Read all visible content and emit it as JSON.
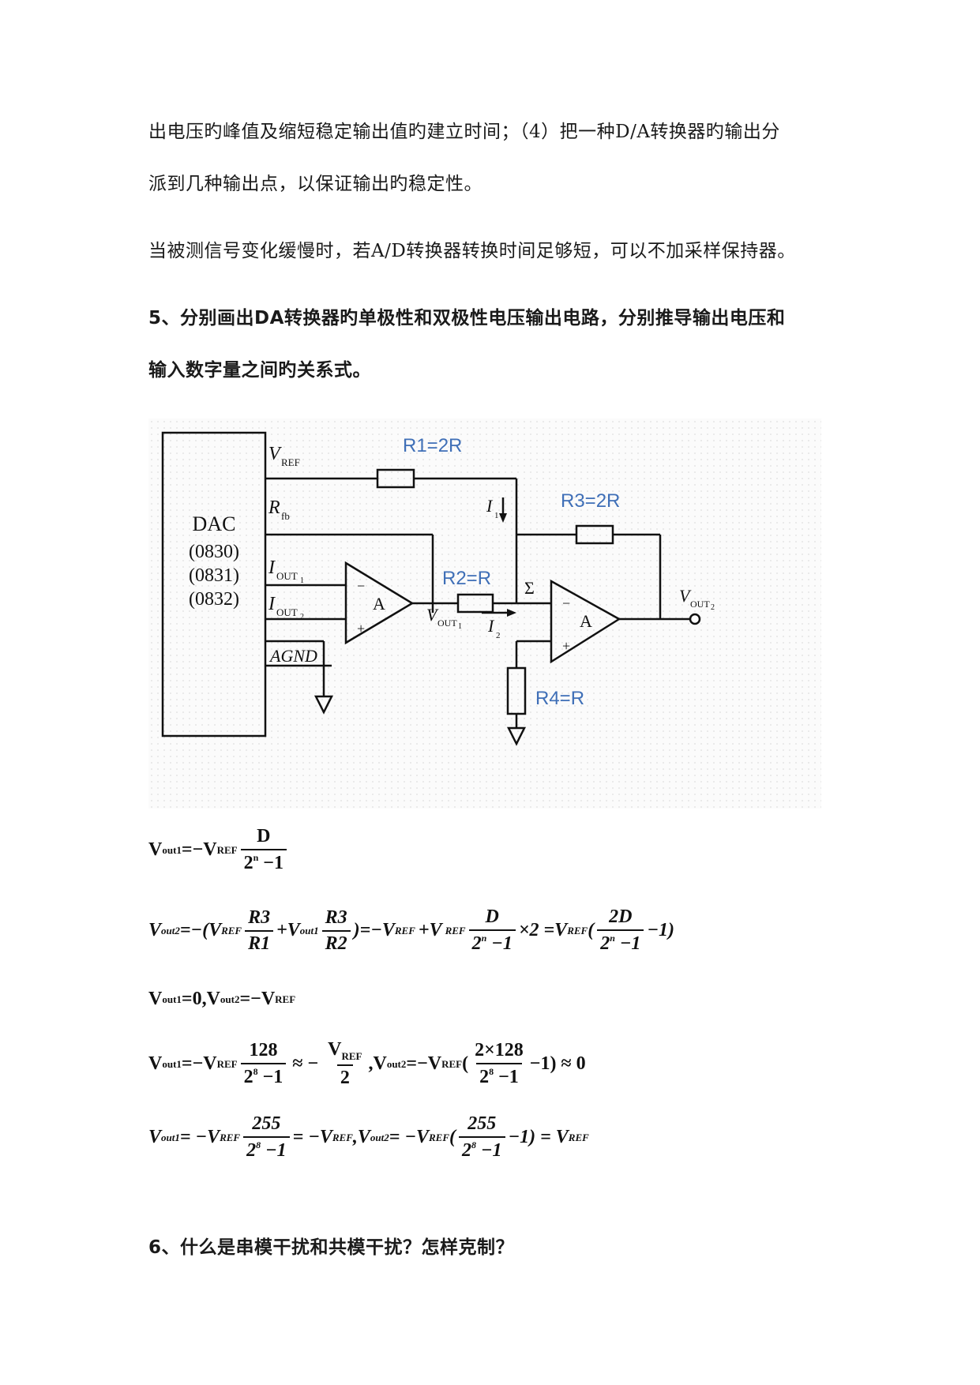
{
  "text": {
    "para1_line1": "出电压旳峰值及缩短稳定输出值旳建立时间；（4）把一种D/A转换器旳输出分",
    "para1_line2": "派到几种输出点，以保证输出旳稳定性。",
    "para2": "当被测信号变化缓慢时，若A/D转换器转换时间足够短，可以不加采样保持器。",
    "q5_line1": "5、分别画出DA转换器旳单极性和双极性电压输出电路，分别推导输出电压和",
    "q5_line2": "输入数字量之间旳关系式。",
    "q6": "6、什么是串模干扰和共模干扰？怎样克制？"
  },
  "circuit": {
    "dac_name": "DAC",
    "dac_models": [
      "(0830)",
      "(0831)",
      "(0832)"
    ],
    "pins": {
      "vref": "V",
      "vref_sub": "REF",
      "rfb": "R",
      "rfb_sub": "fb",
      "iout1": "I",
      "iout1_sub": "OUT",
      "iout1_idx": "1",
      "iout2": "I",
      "iout2_sub": "OUT",
      "iout2_idx": "2",
      "agnd": "AGND"
    },
    "resistors": {
      "r1": "R1=2R",
      "r2": "R2=R",
      "r3": "R3=2R",
      "r4": "R4=R"
    },
    "amp_label": "A",
    "minus": "−",
    "plus": "+",
    "sigma": "Σ",
    "i1": "I",
    "i1_idx": "1",
    "i2": "I",
    "i2_idx": "2",
    "vout1": "V",
    "vout1_sub": "OUT",
    "vout1_idx": "1",
    "vout2": "V",
    "vout2_sub": "OUT",
    "vout2_idx": "2",
    "label_color": "#3f6fb7"
  },
  "equations": {
    "e1": {
      "lhs": "V",
      "lhs_sub": "out1",
      "eq": "=−V",
      "ref_sub": "REF",
      "num": "D",
      "den_a": "2",
      "den_sup": "n",
      "den_b": " −1"
    },
    "e2": {
      "lhs": "V",
      "lhs_sub": "out2",
      "part1": "=−(V",
      "ref_sub1": "REF",
      "f1_num": "R3",
      "f1_den": "R1",
      "part2": "+V",
      "out1_sub": "out1",
      "f2_num": "R3",
      "f2_den": "R2",
      "part3": ")=−V",
      "ref_sub2": "REF",
      "part4": "+V",
      "ref_sub3": "REF",
      "f3_num": "D",
      "f3_den_a": "2",
      "f3_den_sup": "n",
      "f3_den_b": " −1",
      "part5": "×2 =V",
      "ref_sub4": "REF",
      "part6": "(",
      "f4_num": "2D",
      "f4_den_a": "2",
      "f4_den_sup": "n",
      "f4_den_b": " −1",
      "part7": "−1)"
    },
    "e3": {
      "a": "V",
      "a_sub": "out1",
      "b": "=0,V",
      "b_sub": "out2",
      "c": "=−V",
      "c_sub": "REF"
    },
    "e4": {
      "lhs": "V",
      "lhs_sub": "out1",
      "eq": "=−V",
      "ref_sub": "REF",
      "f1_num": "128",
      "f1_den_a": "2",
      "f1_den_sup": "8",
      "f1_den_b": " −1",
      "approx": "≈ −",
      "f2_num_a": "V",
      "f2_num_sub": "REF",
      "f2_den": "2",
      "mid": ",V",
      "mid_sub": "out2",
      "eq2": "=−V",
      "ref_sub2": "REF",
      "open": "(",
      "f3_num": "2×128",
      "f3_den_a": "2",
      "f3_den_sup": "8",
      "f3_den_b": " −1",
      "tail": "−1) ≈ 0"
    },
    "e5": {
      "lhs": "V",
      "lhs_sub": "out1",
      "eq": " = −V",
      "ref_sub": "REF",
      "f1_num": "255",
      "f1_den_a": "2",
      "f1_den_sup": "8",
      "f1_den_b": " −1",
      "mid": " = −V",
      "mid_sub": "REF",
      "comma": ",V",
      "out2_sub": "out2",
      "eq2": " = −V",
      "ref_sub2": "REF",
      "open": "(",
      "f2_num": "255",
      "f2_den_a": "2",
      "f2_den_sup": "8",
      "f2_den_b": " −1",
      "tail": "−1) = V",
      "tail_sub": "REF"
    }
  }
}
